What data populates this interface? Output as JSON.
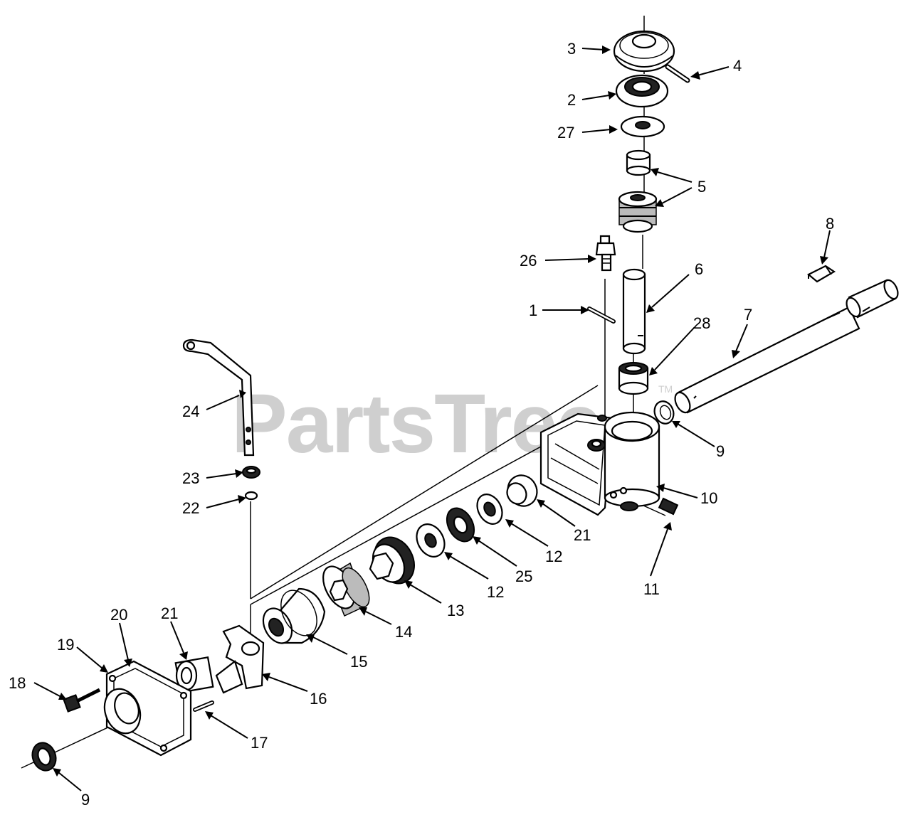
{
  "watermark": {
    "text": "PartsTree",
    "trademark": "TM"
  },
  "callouts": {
    "c3": "3",
    "c4": "4",
    "c2": "2",
    "c27": "27",
    "c5": "5",
    "c8": "8",
    "c26": "26",
    "c6": "6",
    "c1": "1",
    "c7": "7",
    "c28": "28",
    "c24": "24",
    "c9a": "9",
    "c23": "23",
    "c10": "10",
    "c22": "22",
    "c21a": "21",
    "c12a": "12",
    "c25": "25",
    "c11": "11",
    "c12b": "12",
    "c13": "13",
    "c14": "14",
    "c20": "20",
    "c21b": "21",
    "c15": "15",
    "c19": "19",
    "c18": "18",
    "c16": "16",
    "c17": "17",
    "c9b": "9"
  },
  "colors": {
    "ink": "#000000",
    "watermark": "#cfcfcf",
    "background": "#ffffff"
  }
}
